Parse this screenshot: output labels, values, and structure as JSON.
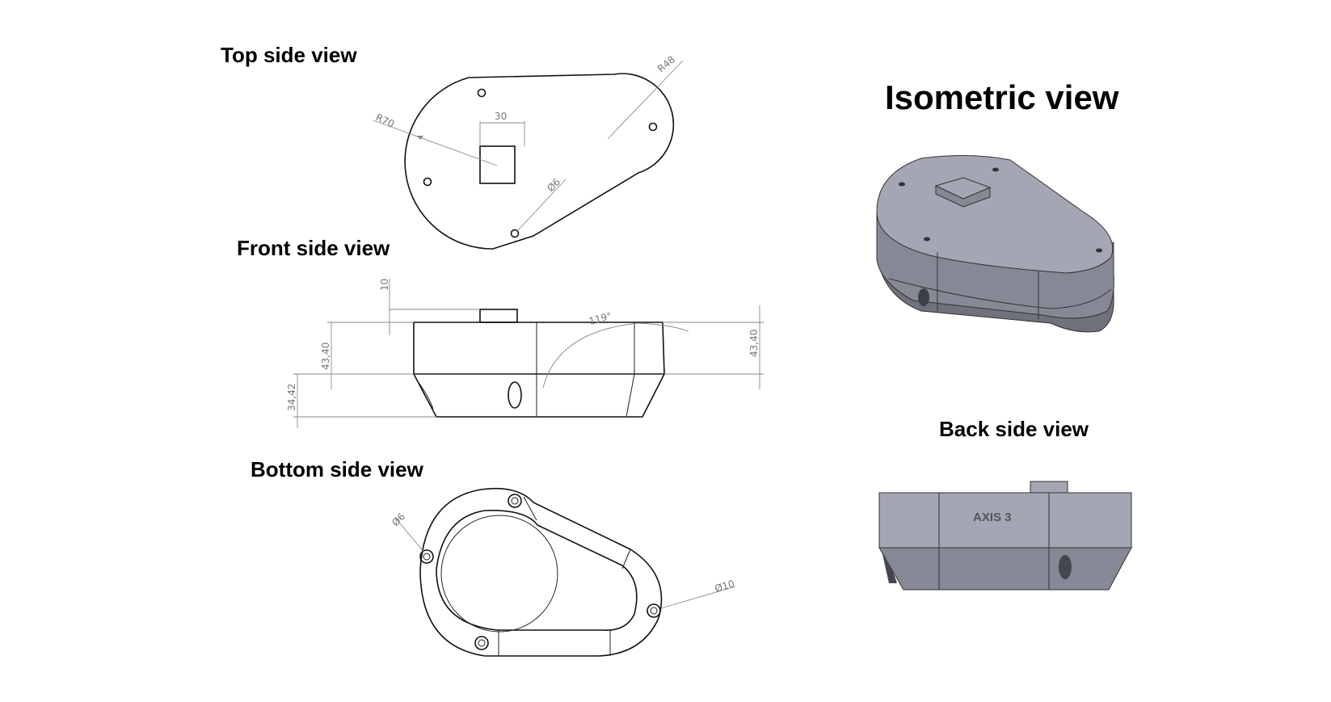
{
  "views": {
    "top": "Top side view",
    "front": "Front side view",
    "bottom": "Bottom side view",
    "isometric": "Isometric view",
    "back": "Back side view"
  },
  "top_dims": {
    "r70": "R70",
    "r48": "R48",
    "w30": "30",
    "hole": "Ø6"
  },
  "front_dims": {
    "h10": "10",
    "h43_left": "43,40",
    "h34": "34,42",
    "h43_right": "43,40",
    "angle": "119°"
  },
  "bottom_dims": {
    "hole6": "Ø6",
    "hole10": "Ø10"
  },
  "back_label": "AXIS 3"
}
